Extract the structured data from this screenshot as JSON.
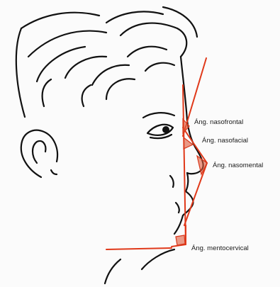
{
  "labels": {
    "nasofrontal": "Áng. nasofrontal",
    "nasofacial": "Áng. nasofacial",
    "nasomental": "Áng. nasomental",
    "mentocervical": "Áng. mentocervical"
  },
  "colors": {
    "background": "#fbfbfb",
    "sketch": "#111111",
    "angle_lines": "#e0391a",
    "angle_fill": "#e05a3a"
  }
}
